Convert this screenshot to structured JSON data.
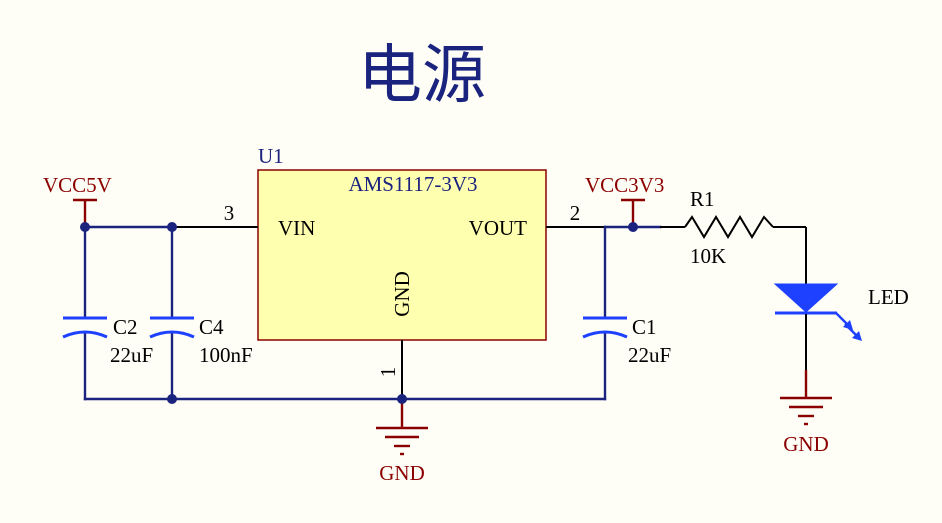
{
  "title": "电源",
  "regulator": {
    "designator": "U1",
    "part": "AMS1117-3V3",
    "pin_vin": "VIN",
    "pin_vout": "VOUT",
    "pin_gnd": "GND",
    "pin_num_vin": "3",
    "pin_num_vout": "2",
    "pin_num_gnd": "1"
  },
  "power_nets": {
    "input": "VCC5V",
    "output": "VCC3V3",
    "ground": "GND"
  },
  "capacitors": [
    {
      "designator": "C2",
      "value": "22uF"
    },
    {
      "designator": "C4",
      "value": "100nF"
    },
    {
      "designator": "C1",
      "value": "22uF"
    }
  ],
  "resistor": {
    "designator": "R1",
    "value": "10K"
  },
  "led": {
    "label": "LED"
  },
  "colors": {
    "wire": "#1a237e",
    "power_symbol": "#8b0000",
    "component_body": "#ffffb0",
    "led_fill": "#1e40ff",
    "capacitor": "#1e40ff"
  }
}
